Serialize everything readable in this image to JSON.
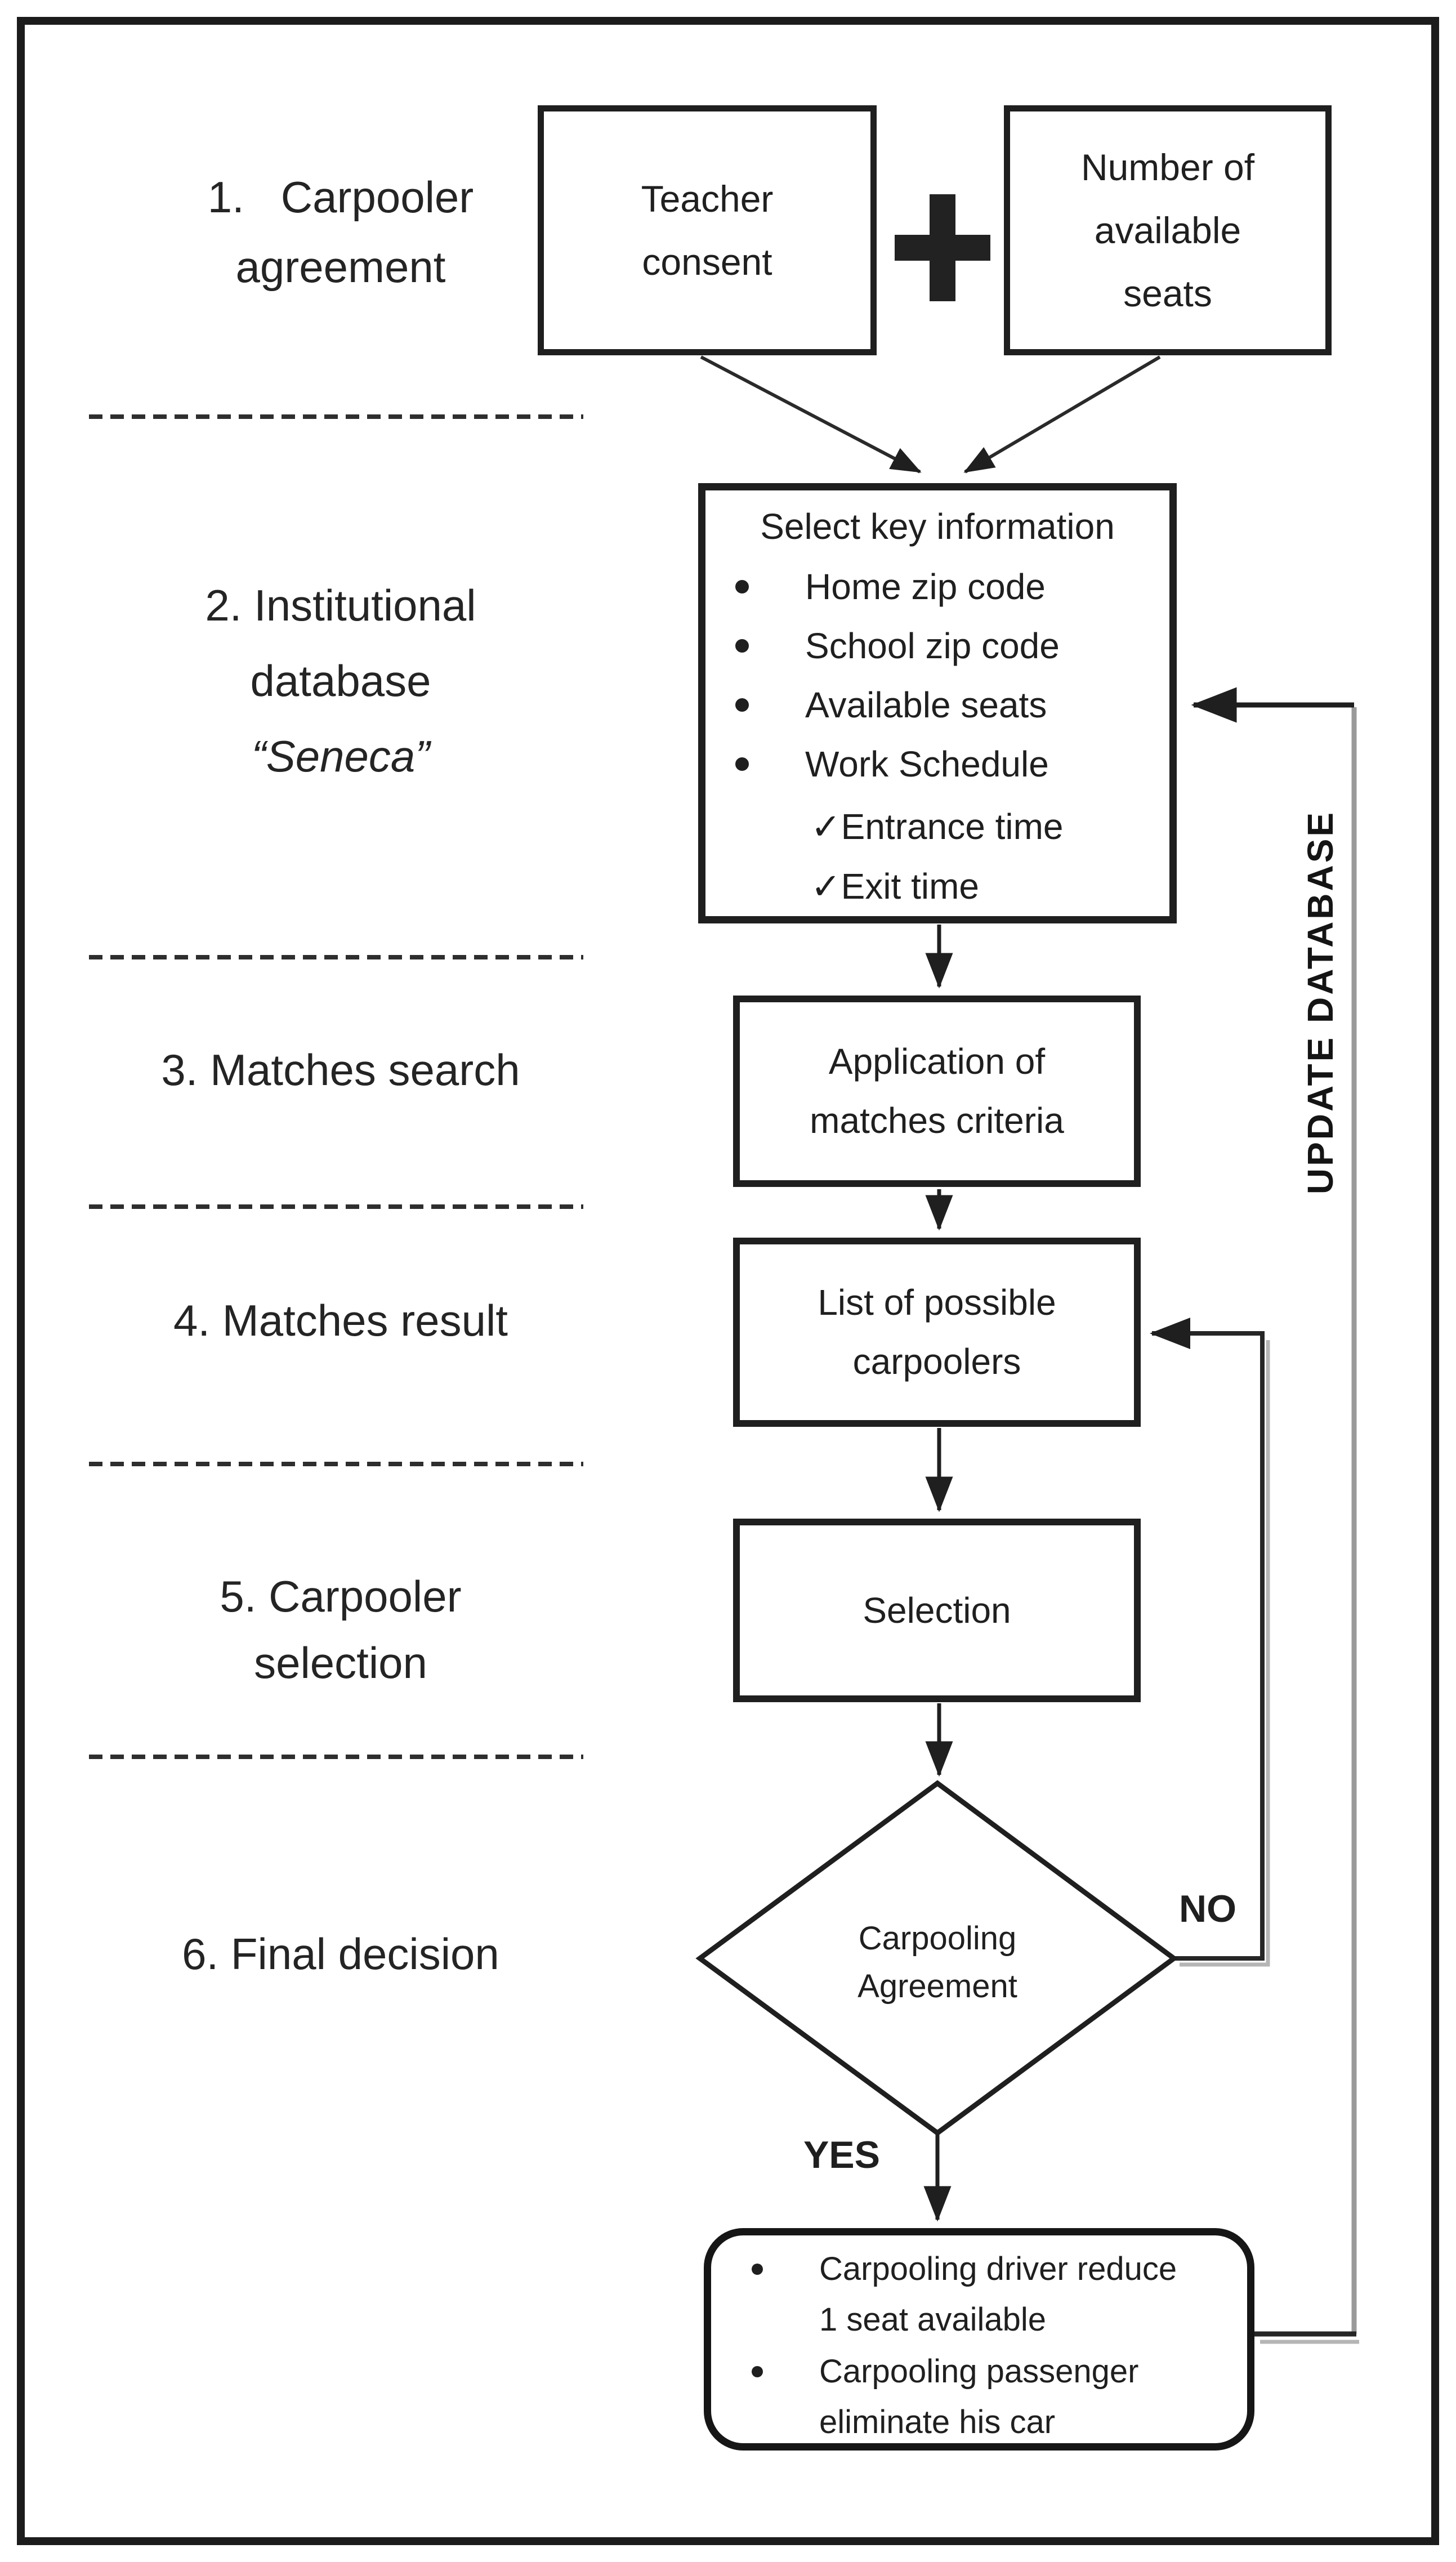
{
  "diagram": {
    "steps": [
      {
        "label_lines": [
          "1.   Carpooler",
          "agreement"
        ]
      },
      {
        "label_lines": [
          "2. Institutional",
          "database",
          "“Seneca”"
        ]
      },
      {
        "label_lines": [
          "3. Matches search"
        ]
      },
      {
        "label_lines": [
          "4. Matches result"
        ]
      },
      {
        "label_lines": [
          "5. Carpooler",
          "selection"
        ]
      },
      {
        "label_lines": [
          "6. Final decision"
        ]
      }
    ],
    "nodes": {
      "teacher_consent": {
        "lines": [
          "Teacher",
          "consent"
        ]
      },
      "available_seats": {
        "lines": [
          "Number of",
          "available",
          "seats"
        ]
      },
      "select_key": {
        "title": "Select key information",
        "bullets": [
          "Home zip code",
          "School zip code",
          "Available seats",
          "Work Schedule"
        ],
        "check_glyph": "✓",
        "checks": [
          "Entrance time",
          "Exit time"
        ]
      },
      "application": {
        "lines": [
          "Application of",
          "matches criteria"
        ]
      },
      "list": {
        "lines": [
          "List of possible",
          "carpoolers"
        ]
      },
      "selection": {
        "lines": [
          "Selection"
        ]
      },
      "decision": {
        "lines": [
          "Carpooling",
          "Agreement"
        ]
      },
      "result": {
        "bullets": [
          [
            "Carpooling driver reduce",
            "1 seat available"
          ],
          [
            "Carpooling passenger",
            "eliminate his car"
          ]
        ]
      }
    },
    "edges": {
      "yes_label": "YES",
      "no_label": "NO",
      "update_label": "UPDATE DATABASE"
    },
    "colors": {
      "ink": "#1f1f1f",
      "gray_line": "#9a9a9a"
    }
  }
}
